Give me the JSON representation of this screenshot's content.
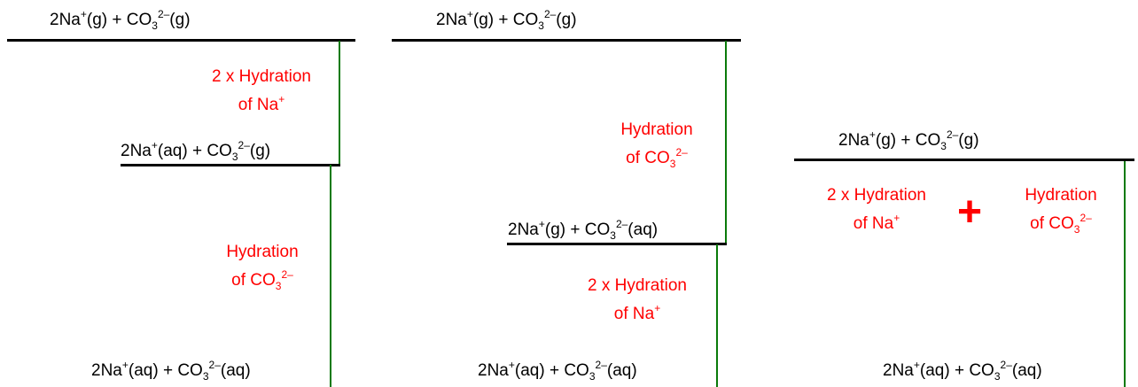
{
  "diagram1": {
    "top": {
      "pre": "2Na",
      "ion1_charge": "+",
      "mid": "(g)  +  CO",
      "sub": "3",
      "charge": "2–",
      "post": "(g)"
    },
    "label1": {
      "line1": "2 x Hydration",
      "line2_pre": "of Na",
      "line2_charge": "+"
    },
    "middle": {
      "pre": "2Na",
      "ion1_charge": "+",
      "mid": "(aq)  +  CO",
      "sub": "3",
      "charge": "2–",
      "post": "(g)"
    },
    "label2": {
      "line1": "Hydration",
      "line2_pre": "of CO",
      "line2_sub": "3",
      "line2_charge": "2–"
    },
    "bottom": {
      "pre": "2Na",
      "ion1_charge": "+",
      "mid": "(aq)  +  CO",
      "sub": "3",
      "charge": "2–",
      "post": "(aq)"
    }
  },
  "diagram2": {
    "top": {
      "pre": "2Na",
      "ion1_charge": "+",
      "mid": "(g)  +  CO",
      "sub": "3",
      "charge": "2–",
      "post": "(g)"
    },
    "label1": {
      "line1": "Hydration",
      "line2_pre": "of CO",
      "line2_sub": "3",
      "line2_charge": "2–"
    },
    "middle": {
      "pre": "2Na",
      "ion1_charge": "+",
      "mid": "(g)  +  CO",
      "sub": "3",
      "charge": "2–",
      "post": "(aq)"
    },
    "label2": {
      "line1": "2 x Hydration",
      "line2_pre": "of Na",
      "line2_charge": "+"
    },
    "bottom": {
      "pre": "2Na",
      "ion1_charge": "+",
      "mid": "(aq)  +  CO",
      "sub": "3",
      "charge": "2–",
      "post": "(aq)"
    }
  },
  "diagram3": {
    "top": {
      "pre": "2Na",
      "ion1_charge": "+",
      "mid": "(g)  +  CO",
      "sub": "3",
      "charge": "2–",
      "post": "(g)"
    },
    "label_left": {
      "line1": "2 x Hydration",
      "line2_pre": "of Na",
      "line2_charge": "+"
    },
    "plus": "+",
    "label_right": {
      "line1": "Hydration",
      "line2_pre": "of CO",
      "line2_sub": "3",
      "line2_charge": "2–"
    },
    "bottom": {
      "pre": "2Na",
      "ion1_charge": "+",
      "mid": "(aq)  +  CO",
      "sub": "3",
      "charge": "2–",
      "post": "(aq)"
    }
  },
  "colors": {
    "label": "#ff0000",
    "arrow_line": "#0a7a0a",
    "level_line": "#000000"
  }
}
